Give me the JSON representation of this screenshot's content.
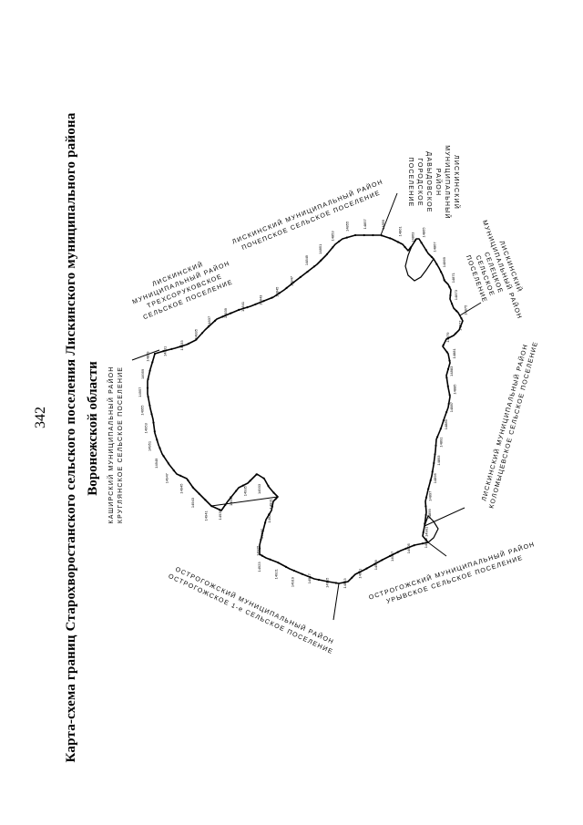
{
  "page_number": "342",
  "title": {
    "line1": "Карта-схема границ Старохворостанского сельского поселения Лискинского муниципального района",
    "line2": "Воронежской области"
  },
  "neighbors": {
    "trekhsorukov": [
      "ЛИСКИНСКИЙ",
      "МУНИЦИПАЛЬНЫЙ РАЙОН",
      "ТРЕХСОРУКОВСКОЕ",
      "СЕЛЬСКОЕ ПОСЕЛЕНИЕ"
    ],
    "pochep": [
      "ЛИСКИНСКИЙ МУНИЦИПАЛЬНЫЙ РАЙОН",
      "ПОЧЕПСКОЕ СЕЛЬСКОЕ ПОСЕЛЕНИЕ"
    ],
    "davydov": [
      "ЛИСКИНСКИЙ",
      "МУНИЦИПАЛЬНЫЙ",
      "РАЙОН",
      "ДАВЫДОВСКОЕ",
      "ГОРОДСКОЕ",
      "ПОСЕЛЕНИЕ"
    ],
    "seleck": [
      "ЛИСКИНСКИЙ",
      "МУНИЦИПАЛЬНЫЙ РАЙОН",
      "СЕЛЕЦКОЕ",
      "СЕЛЬСКОЕ",
      "ПОСЕЛЕНИЕ"
    ],
    "kolomytsevo": [
      "ЛИСКИНСКИЙ МУНИЦИПАЛЬНЫЙ РАЙОН",
      "КОЛОМЫЦЕВСКОЕ СЕЛЬСКОЕ ПОСЕЛЕНИЕ"
    ],
    "uryv": [
      "ОСТРОГОЖСКИЙ МУНИЦИПАЛЬНЫЙ РАЙОН",
      "УРЫВСКОЕ СЕЛЬСКОЕ ПОСЕЛЕНИЕ"
    ],
    "ostrogozhsk1": [
      "ОСТРОГОЖСКИЙ МУНИЦИПАЛЬНЫЙ РАЙОН",
      "ОСТРОГОЖСКОЕ 1-е СЕЛЬСКОЕ ПОСЕЛЕНИЕ"
    ],
    "kashira": [
      "КАШИРСКИЙ МУНИЦИПАЛЬНЫЙ РАЙОН",
      "КРУГЛЯНСКОЕ СЕЛЬСКОЕ ПОСЕЛЕНИЕ"
    ]
  },
  "points": [
    "14829",
    "14830",
    "14831",
    "14832",
    "14833",
    "14834",
    "14835",
    "14836",
    "14837",
    "14838",
    "14839",
    "14840",
    "14841",
    "14842",
    "14843",
    "14844",
    "14845",
    "14846",
    "14847",
    "14848",
    "14849",
    "14850",
    "14851",
    "14852",
    "14853",
    "14854",
    "14855",
    "14856",
    "14857",
    "14858",
    "14859",
    "14860",
    "14861",
    "14862",
    "14863",
    "14864",
    "14865",
    "14866",
    "14867",
    "14868",
    "14869",
    "14870",
    "14871",
    "14872",
    "14873",
    "14874",
    "14875",
    "14876",
    "14877",
    "14878",
    "14879",
    "14880",
    "14881",
    "14882",
    "14883",
    "14884",
    "14885",
    "14886",
    "14887",
    "14888",
    "14889",
    "14890",
    "14891",
    "14892",
    "14893",
    "14894",
    "14895",
    "14896",
    "14897",
    "14898",
    "14899",
    "14900",
    "14901",
    "14902",
    "14903",
    "14904",
    "14905",
    "14906",
    "14907",
    "14908",
    "14909",
    "14910",
    "14911",
    "14912",
    "14913",
    "14914",
    "14915",
    "14916",
    "14917",
    "14918",
    "14919",
    "14920",
    "14921",
    "14922",
    "14923",
    "14924",
    "14925",
    "14926",
    "14927",
    "14928",
    "14929",
    "14930",
    "14931",
    "14932",
    "14933",
    "14934",
    "14935",
    "14936",
    "14937",
    "14938",
    "14939",
    "14940",
    "14941",
    "14942",
    "14943",
    "14944",
    "14945",
    "14946",
    "14947",
    "14948",
    "14949",
    "14950",
    "14951",
    "14952",
    "14953",
    "14954",
    "14955",
    "14956",
    "14957",
    "14958",
    "14959",
    "14960"
  ]
}
